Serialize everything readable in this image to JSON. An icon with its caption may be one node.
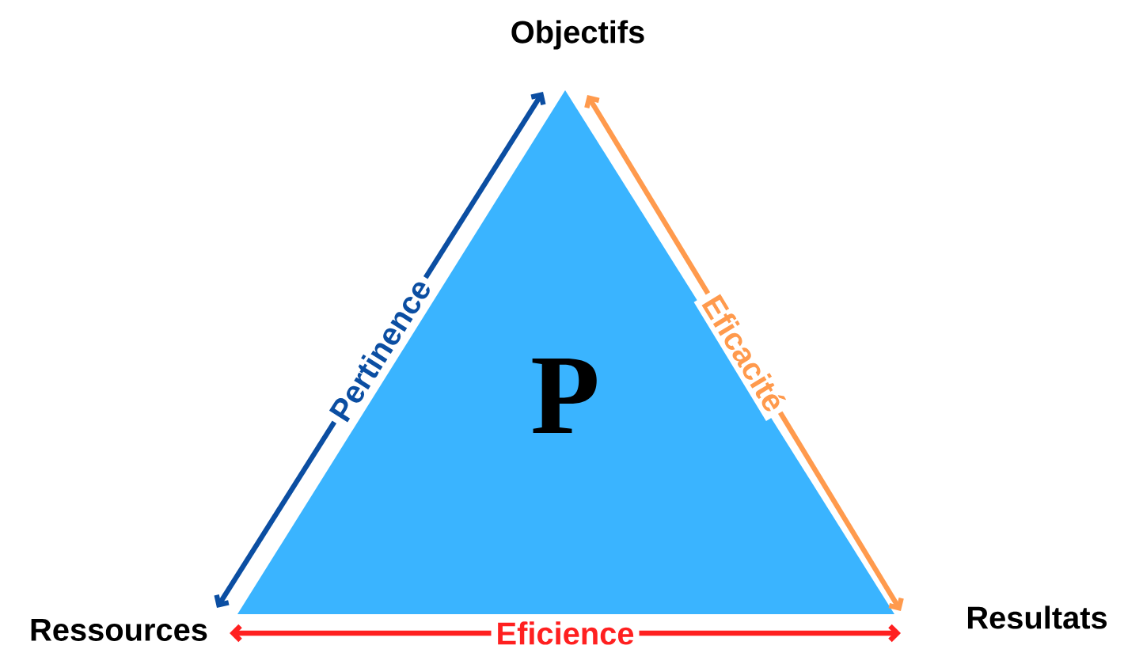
{
  "diagram": {
    "nodes": [
      {
        "text": [
          "P"
        ]
      },
      {
        "text": [
          "Objectifs"
        ]
      },
      {
        "text": [
          "Ressources"
        ]
      },
      {
        "text": [
          "Resultats"
        ]
      }
    ],
    "edges": [
      {
        "from": 2,
        "to": 1,
        "arrow": "both",
        "label": "Pertinence",
        "color": "#0b4ea2"
      },
      {
        "from": 1,
        "to": 3,
        "arrow": "both",
        "label": "Eficacité",
        "color": "#ff9a4d"
      },
      {
        "from": 2,
        "to": 3,
        "arrow": "both",
        "label": "Eficience",
        "color": "#ff2020"
      }
    ]
  }
}
